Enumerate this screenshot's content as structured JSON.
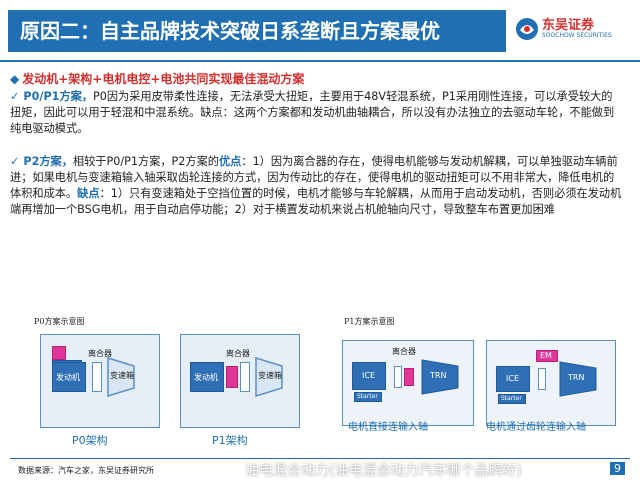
{
  "header": {
    "title": "原因二：自主品牌技术突破日系垄断且方案最优",
    "logo_cn": "东吴证券",
    "logo_en": "SOOCHOW SECURITIES"
  },
  "section": {
    "heading": "发动机+架构+电机电控+电池共同实现最佳混动方案"
  },
  "paragraphs": {
    "p1_lead": "P0/P1方案，",
    "p1_body": "P0因为采用皮带柔性连接，无法承受大扭矩，主要用于48V轻混系统，P1采用刚性连接，可以承受较大的扭矩，因此可以用于轻混和中混系统。缺点：这两个方案都和发动机曲轴耦合，所以没有办法独立的去驱动车轮，不能做到纯电驱动模式。",
    "p2_lead": "P2方案，",
    "p2_a": "相较于P0/P1方案，P2方案的",
    "p2_adv": "优点",
    "p2_b": "：1）因为离合器的存在，使得电机能够与发动机解耦，可以单独驱动车辆前进；如果电机与变速箱输入轴采取齿轮连接的方式，因为传动比的存在，使得电机的驱动扭矩可以不用非常大，降低电机的体积和成本。",
    "p2_dis": "缺点",
    "p2_c": "：1）只有变速箱处于空挡位置的时候，电机才能够与车轮解耦，从而用于启动发动机，否则必须在发动机端再增加一个BSG电机，用于自动启停功能；2）对于横置发动机来说占机舱轴向尺寸，导致整车布置更加困难"
  },
  "diagram_left": {
    "caption": "P0方案示意图",
    "clutch": "离合器",
    "engine": "发动机",
    "gearbox": "变速箱",
    "label_p0": "P0架构",
    "label_p1": "P1架构"
  },
  "diagram_right": {
    "caption": "P1方案示意图",
    "clutch": "离合器",
    "ice": "ICE",
    "trn": "TRN",
    "starter": "Starter",
    "em": "EM",
    "label_a": "电机直接连输入轴",
    "label_b": "电机通过齿轮连输入轴"
  },
  "footer": {
    "source": "数据来源：汽车之家，东吴证券研究所",
    "watermark": "油电混合动力(油电混合动力汽车哪个品牌好)",
    "page": "9"
  },
  "colors": {
    "brand_blue": "#1f6fb2",
    "accent_red": "#d32f2f",
    "magenta": "#e1359a"
  }
}
